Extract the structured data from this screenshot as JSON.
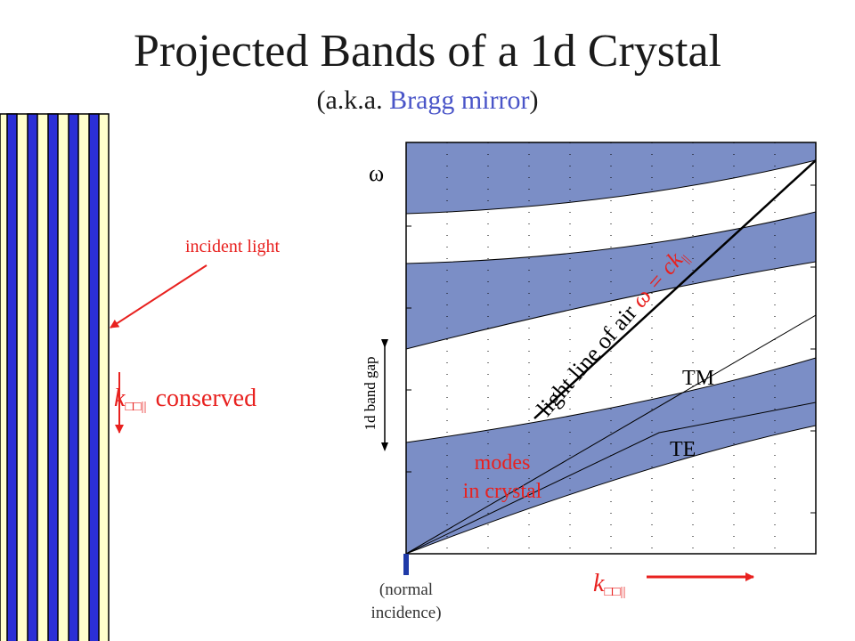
{
  "title": "Projected Bands of a 1d Crystal",
  "subtitle": {
    "open": "(a.k.a. ",
    "accent": "Bragg mirror",
    "close": ")"
  },
  "left": {
    "incident_light": "incident light",
    "k_symbol": "k",
    "k_subscript": "□□||",
    "conserved": "conserved"
  },
  "plot": {
    "omega": "ω",
    "band_gap_label": "1d band gap",
    "light_line_text": "light line of air ",
    "light_line_formula": "ω = ck",
    "light_line_sub": "||",
    "tm": "TM",
    "te": "TE",
    "modes_line1": "modes",
    "modes_line2": "in crystal",
    "normal_line1": "(normal",
    "normal_line2": "incidence)",
    "k_symbol": "k",
    "k_subscript": "□□||"
  },
  "colors": {
    "band_fill": "#7b8ec6",
    "stripe_blue": "#2b2fd6",
    "stripe_yellow": "#ffffcc",
    "red": "#e8211f",
    "accent": "#4a55c8",
    "axis_blue": "#1f3aa8"
  }
}
